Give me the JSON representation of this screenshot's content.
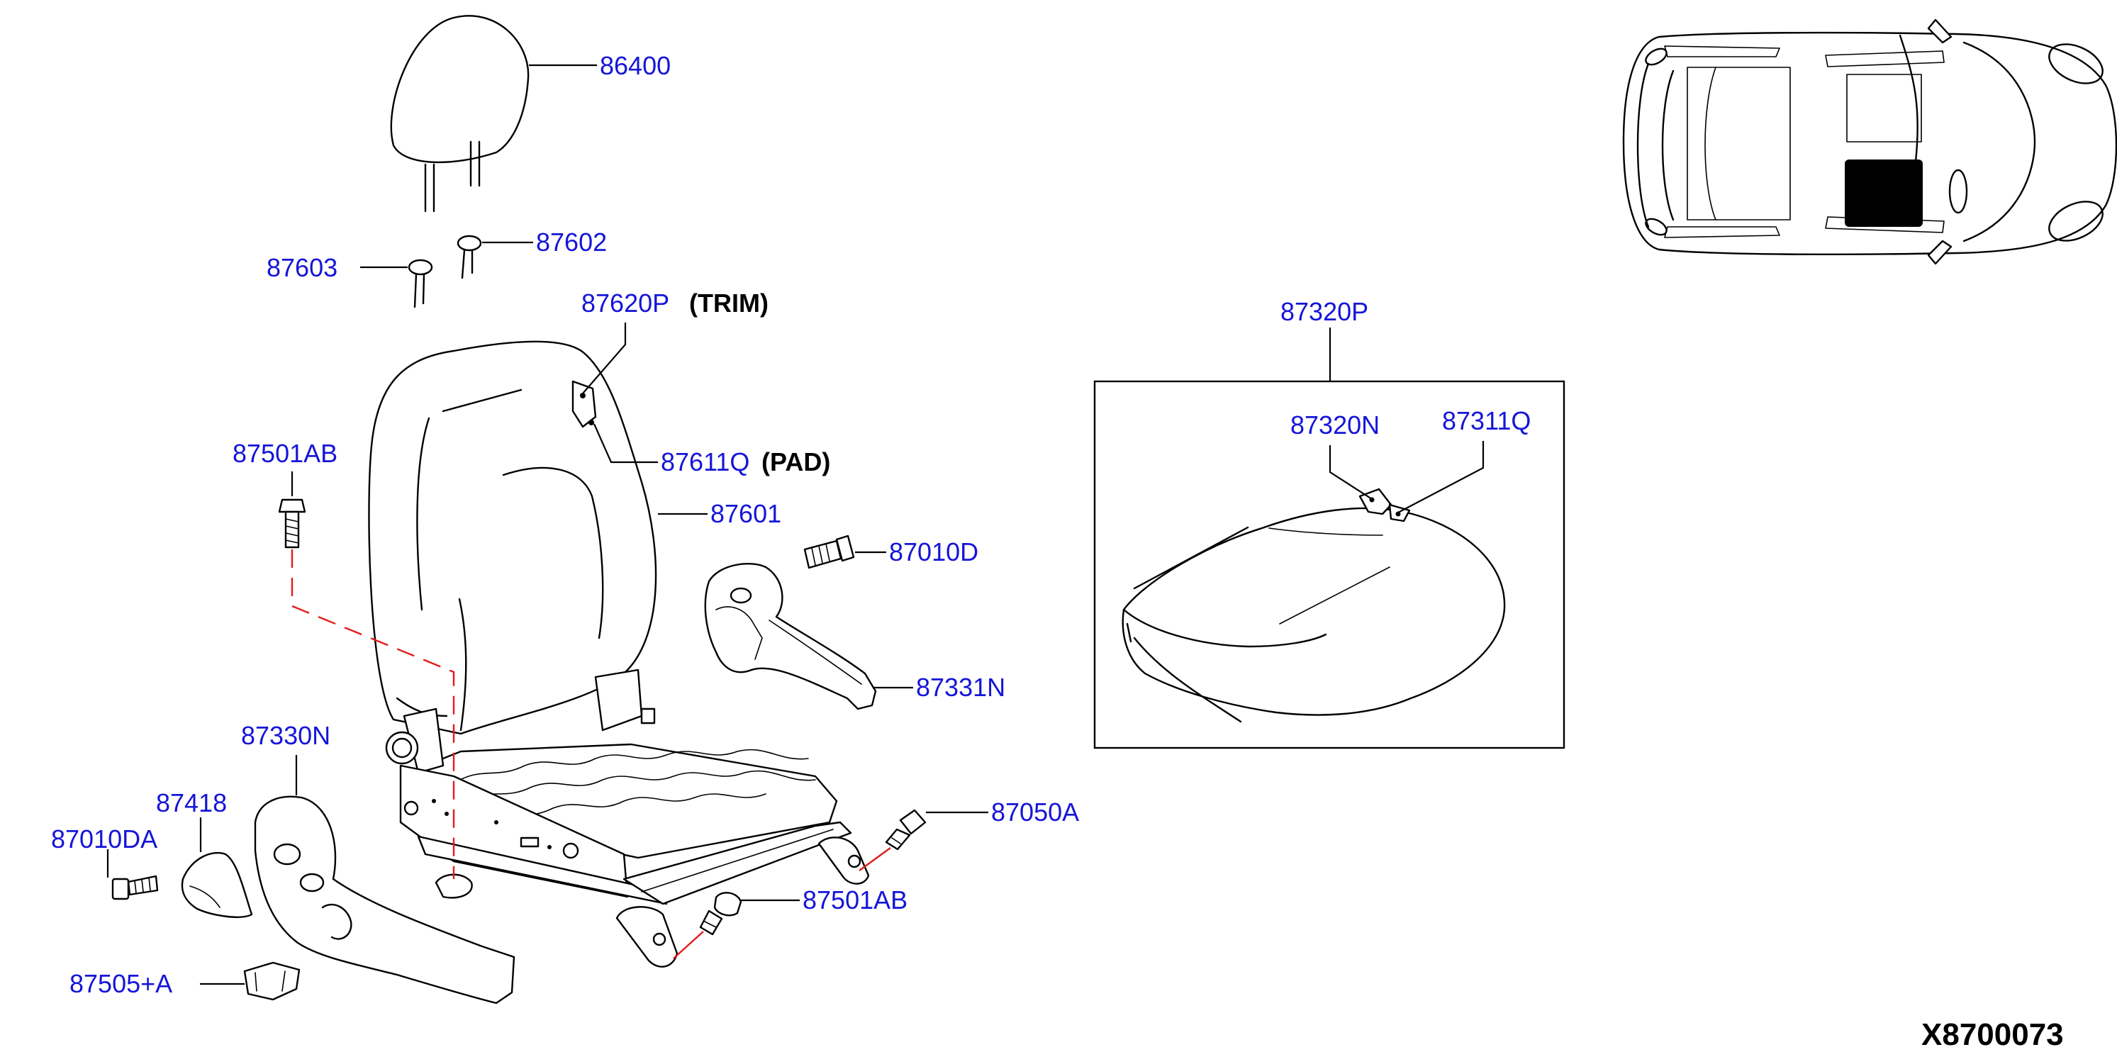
{
  "diagram_code": "X8700073",
  "labels": {
    "headrest": "86400",
    "guide_right": "87602",
    "guide_left": "87603",
    "back_trim": "87620P",
    "back_trim_note": "(TRIM)",
    "back_pad": "87611Q",
    "back_pad_note": "(PAD)",
    "seat_back": "87601",
    "bolt_upper_left": "87501AB",
    "bolt_back_right": "87010D",
    "finisher_inner": "87331N",
    "finisher_outer": "87330N",
    "knob": "87418",
    "screw_knob": "87010DA",
    "clip": "87505+A",
    "bolt_front_right": "87050A",
    "bolt_rear_right": "87501AB",
    "cushion_assy": "87320P",
    "cushion_trim": "87320N",
    "cushion_pad": "87311Q"
  },
  "colors": {
    "label": "#1515d8",
    "line": "#000000",
    "install_path": "#e21b1b",
    "location_marker": "#000000"
  }
}
